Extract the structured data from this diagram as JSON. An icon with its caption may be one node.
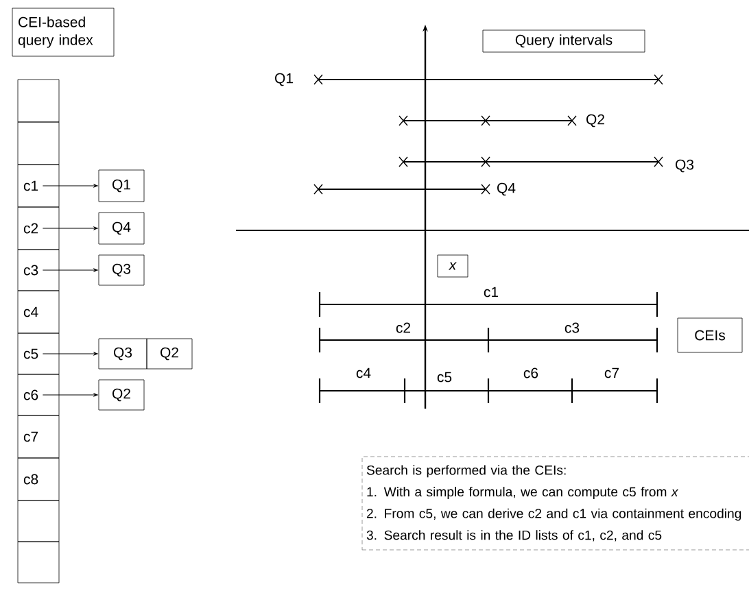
{
  "diagram": {
    "nodes": [
      {
        "text": [
          "CEI-based query index"
        ]
      },
      {
        "text": [],
        "shape": "box"
      },
      {
        "text": [],
        "shape": "box"
      },
      {
        "text": [
          "c1"
        ]
      },
      {
        "text": [
          "c2"
        ]
      },
      {
        "text": [
          "c3"
        ]
      },
      {
        "text": [
          "c4"
        ]
      },
      {
        "text": [
          "c5"
        ]
      },
      {
        "text": [
          "c6"
        ]
      },
      {
        "text": [
          "c7"
        ]
      },
      {
        "text": [
          "c8"
        ]
      },
      {
        "text": [],
        "shape": "box"
      },
      {
        "text": [],
        "shape": "box"
      },
      {
        "text": [
          "Q1"
        ]
      },
      {
        "text": [
          "Q4"
        ]
      },
      {
        "text": [
          "Q3"
        ]
      },
      {
        "text": [
          "Q3"
        ]
      },
      {
        "text": [
          "Q2"
        ]
      },
      {
        "text": [
          "Q2"
        ]
      },
      {
        "text": [
          "Query intervals"
        ]
      },
      {
        "text": [
          "x"
        ]
      },
      {
        "text": [
          "CEIs"
        ]
      },
      {
        "text": [
          "Search is performed via the CEIs:",
          "1.  With a simple formula, we can compute c5 from *x*",
          "2.  From c5, we can derive c2 and c1 via containment encoding",
          "3.  Search result is in the ID lists of c1, c2, and c5"
        ]
      }
    ],
    "edges": [
      {
        "from": 3,
        "to": 13,
        "arrow": "to"
      },
      {
        "from": 4,
        "to": 14,
        "arrow": "to"
      },
      {
        "from": 5,
        "to": 15,
        "arrow": "to"
      },
      {
        "from": 7,
        "to": 16,
        "arrow": "to"
      },
      {
        "from": 8,
        "to": 18,
        "arrow": "to"
      }
    ],
    "labels": [
      "Q1",
      "Q2",
      "Q3",
      "Q4",
      "c1",
      "c2",
      "c3",
      "c4",
      "c5",
      "c6",
      "c7"
    ]
  }
}
